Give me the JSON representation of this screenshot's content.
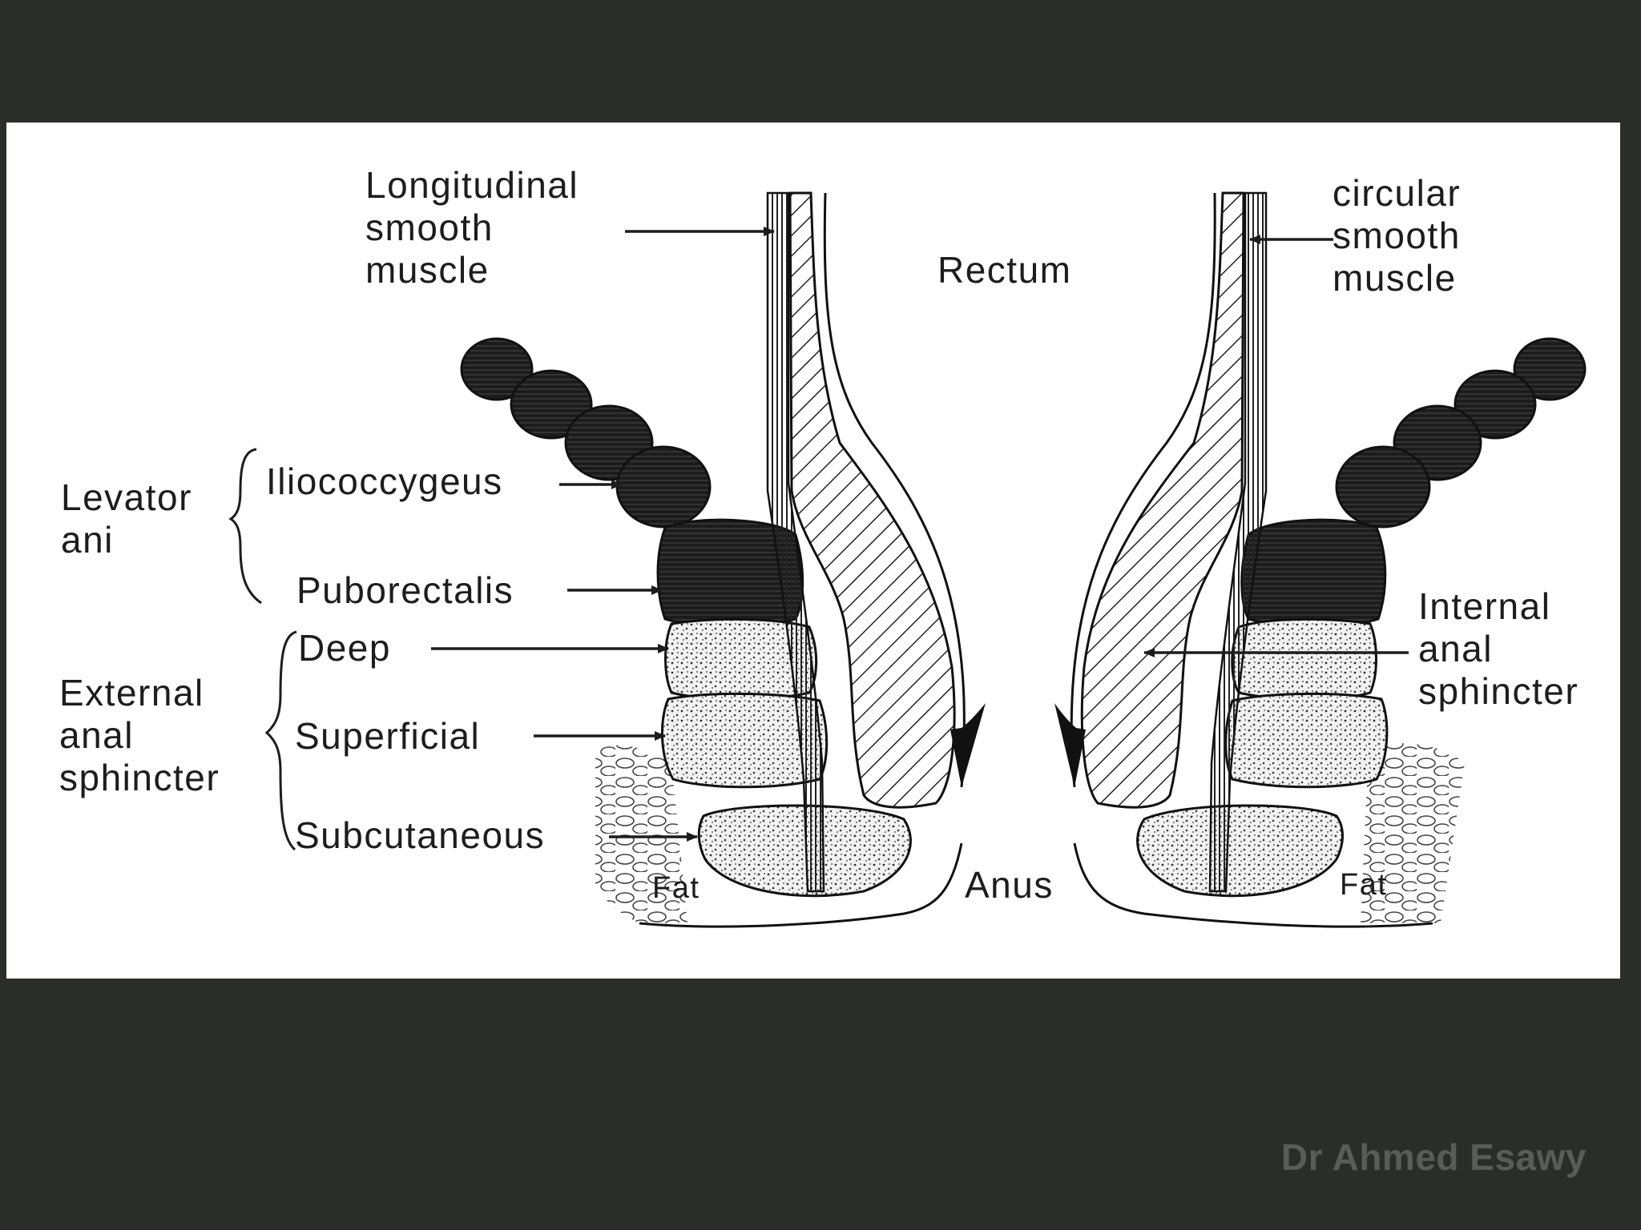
{
  "slide": {
    "background_color": "#2b2d2a",
    "panel_color": "#ffffff",
    "watermark": "Dr Ahmed Esawy"
  },
  "diagram": {
    "labels": {
      "longitudinal": [
        "Longitudinal",
        "smooth",
        "muscle"
      ],
      "rectum": "Rectum",
      "circular": [
        "circular",
        "smooth",
        "muscle"
      ],
      "levator_ani": [
        "Levator",
        "ani"
      ],
      "iliococcygeus": "Iliococcygeus",
      "puborectalis": "Puborectalis",
      "external_anal_sphincter": [
        "External",
        "anal",
        "sphincter"
      ],
      "deep": "Deep",
      "superficial": "Superficial",
      "subcutaneous": "Subcutaneous",
      "fat_left": "Fat",
      "fat_right": "Fat",
      "anus": "Anus",
      "internal_anal_sphincter": [
        "Internal",
        "anal",
        "sphincter"
      ]
    }
  }
}
